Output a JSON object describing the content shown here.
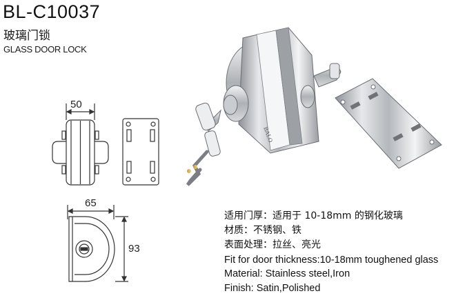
{
  "header": {
    "model": "BL-C10037",
    "title_cn": "玻璃门锁",
    "title_en": "GLASS DOOR LOCK"
  },
  "dimensions": {
    "front_width": "50",
    "top_width": "65",
    "top_height": "93"
  },
  "product_photo": {
    "brand_mark": "BALO"
  },
  "specs": [
    "适用门厚：适用于 10-18mm 的钢化玻璃",
    "材质：不锈钢、铁",
    "表面处理：拉丝、亮光",
    "Fit for door thickness:10-18mm toughened glass",
    "Material: Stainless steel,Iron",
    "Finish: Satin,Polished"
  ]
}
